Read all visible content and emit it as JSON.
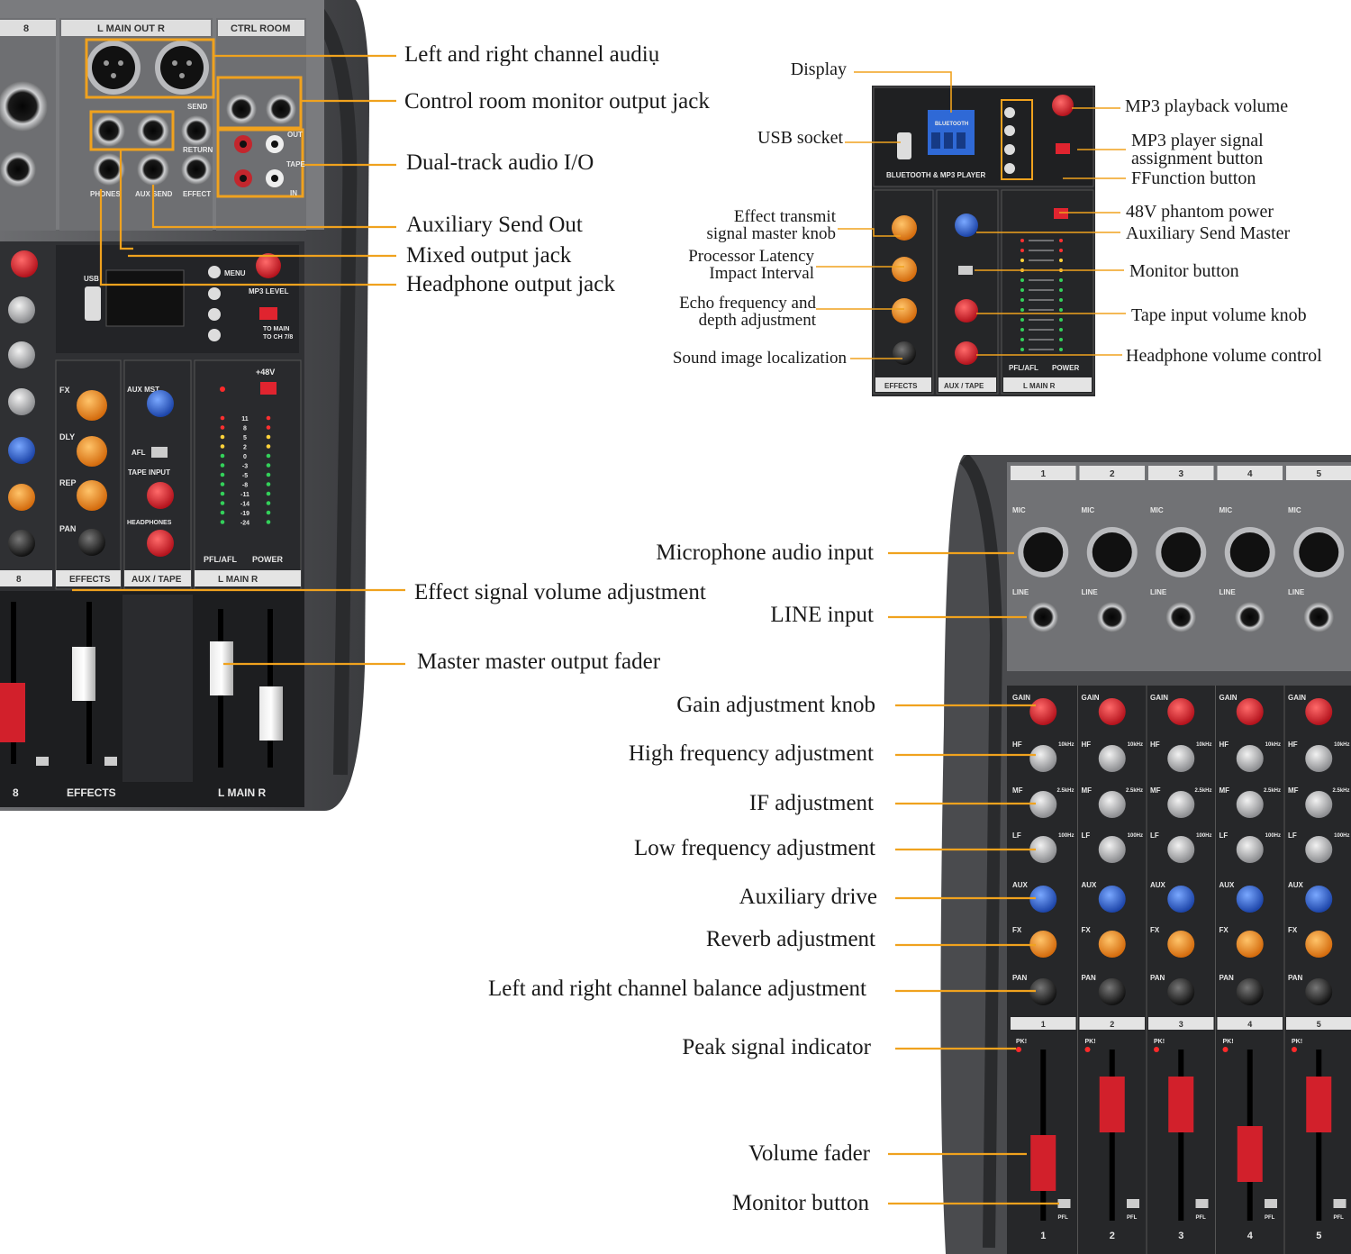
{
  "left_panel": {
    "channel_8_label": "8",
    "main_out_label": "L MAIN OUT R",
    "ctrl_room_label": "CTRL ROOM",
    "send_label": "SEND",
    "return_label": "RETURN",
    "phones_label": "PHONES",
    "aux_send_label": "AUX SEND",
    "effect_label": "EFFECT",
    "out_label": "OUT",
    "tape_label": "TAPE",
    "in_label": "IN",
    "usb_label": "USB",
    "menu_label": "MENU",
    "mp3_level_label": "MP3 LEVEL",
    "to_main_label": "TO MAIN",
    "to_ch_label": "TO CH 7/8",
    "fx_label": "FX",
    "dly_label": "DLY",
    "rep_label": "REP",
    "pan_label": "PAN",
    "aux_mst_label": "AUX MST",
    "afl_label": "AFL",
    "tape_input_label": "TAPE INPUT",
    "headphones_label": "HEADPHONES",
    "phantom_label": "+48V",
    "pfl_afl_label": "PFL/AFL",
    "power_label": "POWER",
    "effects_label": "EFFECTS",
    "aux_tape_label": "AUX / TAPE",
    "l_main_r_label": "L MAIN R",
    "bottom_8_label": "8",
    "bottom_effects_label": "EFFECTS",
    "bottom_main_label": "L MAIN R",
    "meter_scale": [
      "11",
      "8",
      "5",
      "2",
      "0",
      "-3",
      "-5",
      "-8",
      "-11",
      "-14",
      "-19",
      "-24"
    ]
  },
  "top_right_panel": {
    "bluetooth_label": "BLUETOOTH & MP3 PLAYER",
    "display_text": "BLUETOOTH",
    "effects_label": "EFFECTS",
    "aux_tape_label": "AUX / TAPE",
    "l_main_r_label": "L MAIN R",
    "pfl_afl_label": "PFL/AFL",
    "power_label": "POWER"
  },
  "bottom_right_panel": {
    "channels": [
      "1",
      "2",
      "3",
      "4",
      "5"
    ],
    "mic_label": "MIC",
    "line_label": "LINE",
    "gain_label": "GAIN",
    "hf_label": "HF",
    "mf_label": "MF",
    "lf_label": "LF",
    "aux_label": "AUX",
    "fx_label": "FX",
    "pan_label": "PAN",
    "pk_label": "PK!",
    "pfl_label": "PFL",
    "hf_freq": "10kHz",
    "mf_freq": "2.5kHz",
    "lf_freq": "100Hz"
  },
  "callouts_left": {
    "lr_audio": "Left and right channel audiụ",
    "control_room": "Control room monitor output jack",
    "dual_track": "Dual-track audio I/O",
    "aux_send": "Auxiliary Send Out",
    "mixed_output": "Mixed output jack",
    "headphone_output": "Headphone output jack",
    "effect_signal": "Effect signal volume adjustment",
    "master_fader": "Master master output fader"
  },
  "callouts_top_right": {
    "display": "Display",
    "usb_socket": "USB socket",
    "effect_transmit_1": "Effect transmit",
    "effect_transmit_2": "signal master knob",
    "processor_latency_1": "Processor Latency",
    "processor_latency_2": "Impact Interval",
    "echo_1": "Echo frequency and",
    "echo_2": "depth adjustment",
    "sound_image": "Sound image localization",
    "mp3_volume": "MP3 playback volume",
    "mp3_assign_1": "MP3 player signal",
    "mp3_assign_2": "assignment button",
    "function_button": "FFunction button",
    "phantom": "48V phantom power",
    "aux_send_master": "Auxiliary Send Master",
    "monitor_button": "Monitor button",
    "tape_input": "Tape input volume knob",
    "headphone_volume": "Headphone volume control"
  },
  "callouts_bottom": {
    "mic_input": "Microphone audio input",
    "line_input": "LINE input",
    "gain": "Gain adjustment knob",
    "high_freq": "High frequency adjustment",
    "if_adj": "IF adjustment",
    "low_freq": "Low frequency adjustment",
    "aux_drive": "Auxiliary drive",
    "reverb": "Reverb adjustment",
    "balance": "Left and right channel balance adjustment",
    "peak": "Peak signal indicator",
    "volume_fader": "Volume fader",
    "monitor": "Monitor button"
  },
  "colors": {
    "leader": "#f0a21e",
    "panel_dark": "#2b2c2e",
    "panel_mid": "#4a4b4e",
    "chassis": "#5f6064",
    "knob_red": "#d81e2a",
    "knob_orange": "#f08a1c",
    "knob_blue": "#2d63d8",
    "knob_grey": "#b9babd",
    "fader_red": "#d2202b"
  }
}
